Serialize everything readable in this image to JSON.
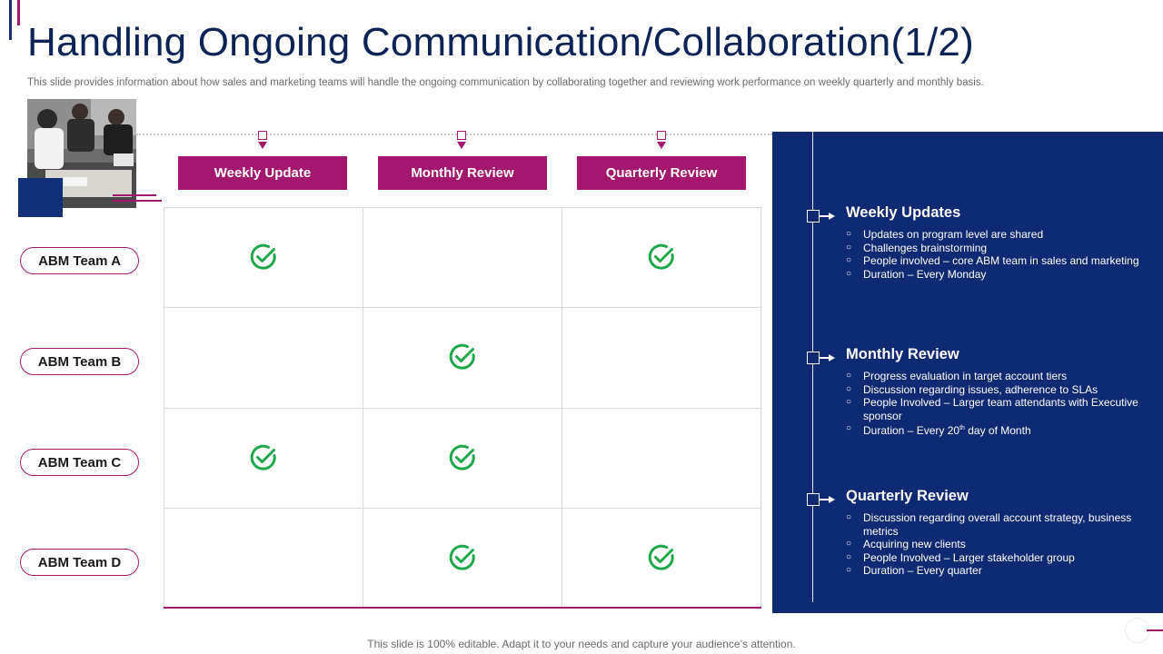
{
  "slide": {
    "title": "Handling Ongoing Communication/Collaboration(1/2)",
    "subtitle": "This slide provides information about how sales and marketing teams will handle the ongoing communication by collaborating together and reviewing work performance on weekly quarterly and monthly basis.",
    "footer": "This slide is 100% editable. Adapt it to your needs and capture your audience’s attention."
  },
  "colors": {
    "accent": "#a3176f",
    "navy": "#0d2a72",
    "title": "#0d2256",
    "check": "#1fa84a"
  },
  "matrix": {
    "columns": [
      {
        "label": "Weekly Update"
      },
      {
        "label": "Monthly Review"
      },
      {
        "label": "Quarterly Review"
      }
    ],
    "rows": [
      {
        "label": "ABM Team  A",
        "checks": [
          true,
          false,
          true
        ]
      },
      {
        "label": "ABM Team  B",
        "checks": [
          false,
          true,
          false
        ]
      },
      {
        "label": "ABM Team  C",
        "checks": [
          true,
          true,
          false
        ]
      },
      {
        "label": "ABM Team  D",
        "checks": [
          false,
          true,
          true
        ]
      }
    ],
    "check_icon": "check-circle-icon"
  },
  "panel": {
    "sections": [
      {
        "title": "Weekly Updates",
        "items": [
          "Updates on program level are shared",
          "Challenges brainstorming",
          "People involved – core ABM team in sales and marketing",
          "Duration – Every Monday"
        ]
      },
      {
        "title": "Monthly Review",
        "items": [
          "Progress evaluation in target account tiers",
          "Discussion regarding issues, adherence to SLAs",
          "People Involved – Larger team attendants with Executive sponsor",
          {
            "before": "Duration – Every 20",
            "sup": "th",
            "after": " day of Month"
          }
        ]
      },
      {
        "title": "Quarterly Review",
        "items": [
          "Discussion regarding overall account strategy, business metrics",
          "Acquiring new clients",
          "People Involved – Larger stakeholder group",
          "Duration – Every quarter"
        ]
      }
    ]
  }
}
